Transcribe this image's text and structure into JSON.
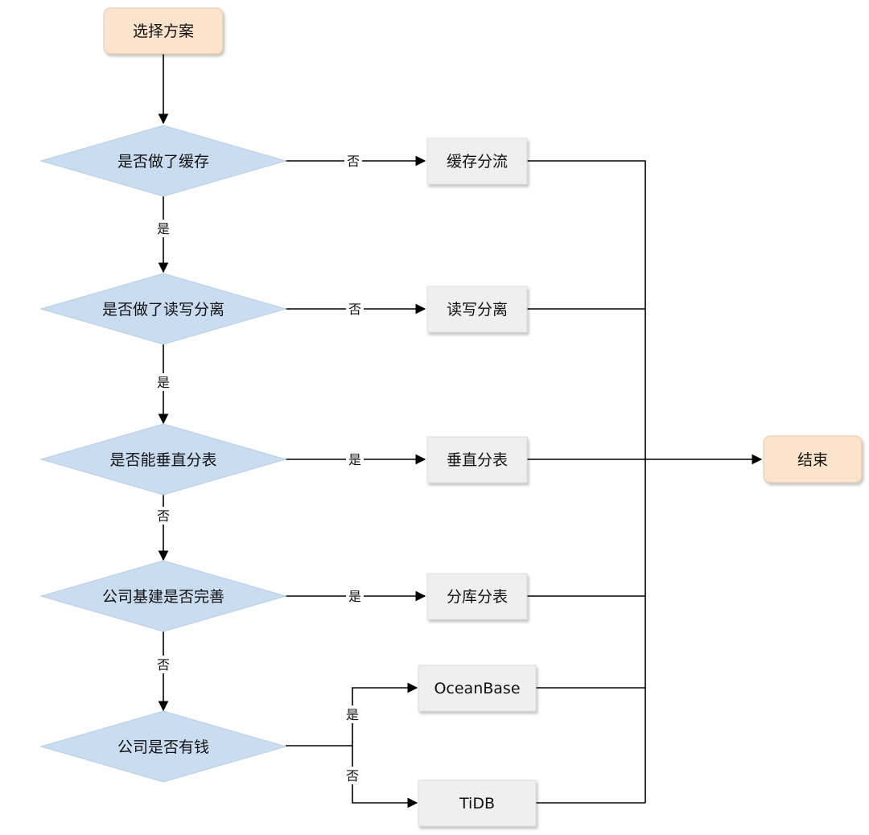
{
  "colors": {
    "terminal_fill": "#fbe3cc",
    "terminal_stroke": "#e8c9a8",
    "decision_fill": "#c9dcf0",
    "process_fill": "#efefef",
    "process_shadow": "#cfcfcf",
    "line": "#000000"
  },
  "nodes": {
    "start": "选择方案",
    "end": "结束",
    "decision_cache": "是否做了缓存",
    "decision_rw": "是否做了读写分离",
    "decision_vertical": "是否能垂直分表",
    "decision_infra": "公司基建是否完善",
    "decision_money": "公司是否有钱",
    "process_cache": "缓存分流",
    "process_rw": "读写分离",
    "process_vertical": "垂直分表",
    "process_sharding": "分库分表",
    "process_oceanbase": "OceanBase",
    "process_tidb": "TiDB"
  },
  "edge_labels": {
    "cache_no": "否",
    "cache_yes": "是",
    "rw_no": "否",
    "rw_yes": "是",
    "vertical_yes": "是",
    "vertical_no": "否",
    "infra_yes": "是",
    "infra_no": "否",
    "money_yes": "是",
    "money_no": "否"
  }
}
